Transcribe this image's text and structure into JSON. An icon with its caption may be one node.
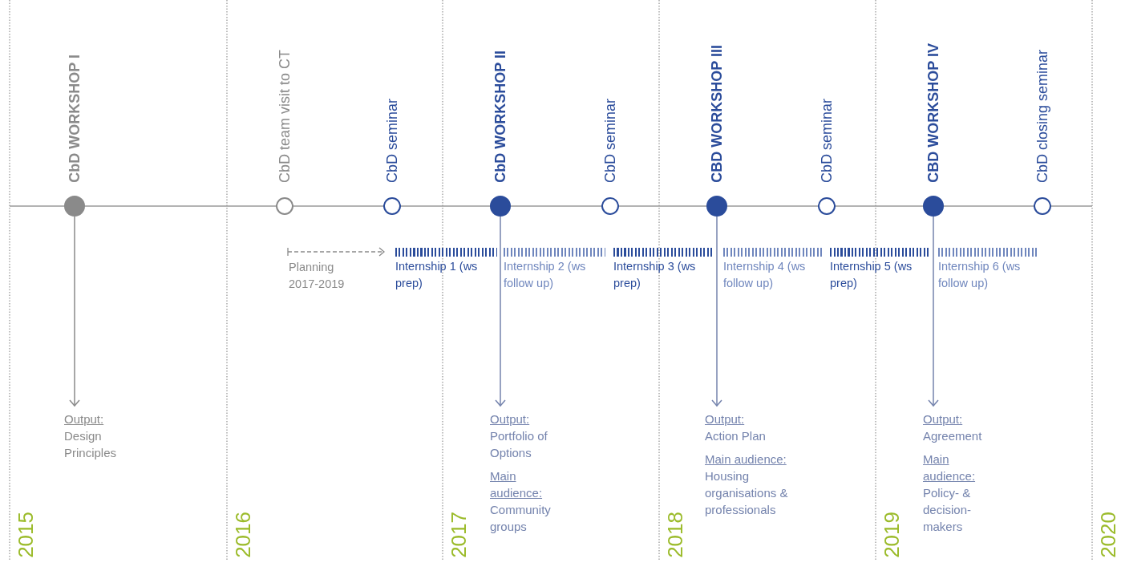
{
  "diagram": {
    "nodes": [
      {
        "text": [
          "CbD WORKSHOP I"
        ]
      },
      {
        "text": [
          "CbD team visit to CT"
        ]
      },
      {
        "text": [
          "CbD seminar"
        ]
      },
      {
        "text": [
          "CbD WORKSHOP II"
        ]
      },
      {
        "text": [
          "CbD seminar"
        ]
      },
      {
        "text": [
          "CBD WORKSHOP III"
        ]
      },
      {
        "text": [
          "CbD seminar"
        ]
      },
      {
        "text": [
          "CBD WORKSHOP IV"
        ]
      },
      {
        "text": [
          "CbD closing seminar"
        ]
      },
      {
        "text": [
          "Internship 1 (ws prep)"
        ]
      },
      {
        "text": [
          "Internship 2 (ws follow up)"
        ]
      },
      {
        "text": [
          "Internship 3 (ws prep)"
        ]
      },
      {
        "text": [
          "Internship 4 (ws follow up)"
        ]
      },
      {
        "text": [
          "Internship 5 (ws prep)"
        ]
      },
      {
        "text": [
          "Internship 6 (ws follow up)"
        ]
      },
      {
        "text": [
          "Output:",
          "Design Principles"
        ]
      },
      {
        "text": [
          "Output:",
          "Portfolio of Options",
          "Main audience:",
          "Community groups"
        ]
      },
      {
        "text": [
          "Output:",
          "Action Plan",
          "Main audience:",
          "Housing organisations & professionals"
        ]
      },
      {
        "text": [
          "Output:",
          "Agreement",
          "Main audience:",
          "Policy- & decision-makers"
        ]
      }
    ],
    "edges": [
      {
        "from": 0,
        "to": 15,
        "arrow": "to",
        "color": "#8a8a8a"
      },
      {
        "from": 3,
        "to": 16,
        "arrow": "to"
      },
      {
        "from": 5,
        "to": 17,
        "arrow": "to"
      },
      {
        "from": 7,
        "to": 18,
        "arrow": "to"
      }
    ],
    "labels": [
      "Planning 2017-2019",
      "2015",
      "2016",
      "2017",
      "2018",
      "2019",
      "2020"
    ]
  }
}
